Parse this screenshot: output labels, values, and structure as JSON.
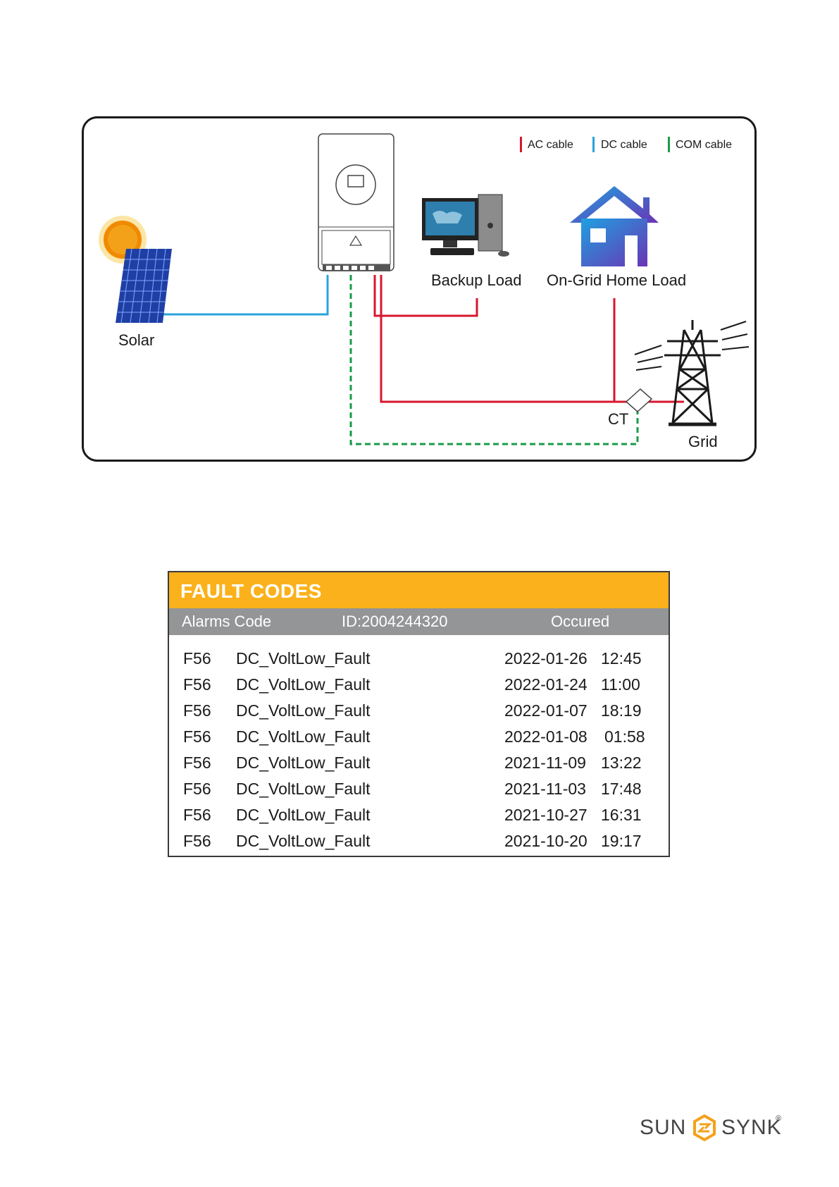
{
  "diagram": {
    "legend": {
      "ac": "AC cable",
      "dc": "DC cable",
      "com": "COM cable"
    },
    "labels": {
      "solar": "Solar",
      "backup_load": "Backup Load",
      "home_load": "On-Grid Home Load",
      "ct": "CT",
      "grid": "Grid"
    },
    "colors": {
      "ac": "#d7172f",
      "dc": "#2aa3dc",
      "com": "#1a9b48"
    }
  },
  "fault_table": {
    "title": "FAULT CODES",
    "col_code": "Alarms Code",
    "col_id": "ID:2004244320",
    "col_occured": "Occured",
    "rows": [
      {
        "code": "F56",
        "name": "DC_VoltLow_Fault",
        "date": "2022-01-26",
        "time": "12:45"
      },
      {
        "code": "F56",
        "name": "DC_VoltLow_Fault",
        "date": "2022-01-24",
        "time": "11:00"
      },
      {
        "code": "F56",
        "name": "DC_VoltLow_Fault",
        "date": "2022-01-07",
        "time": "18:19"
      },
      {
        "code": "F56",
        "name": "DC_VoltLow_Fault",
        "date": "2022-01-08",
        "time": "01:58"
      },
      {
        "code": "F56",
        "name": "DC_VoltLow_Fault",
        "date": "2021-11-09",
        "time": "13:22"
      },
      {
        "code": "F56",
        "name": "DC_VoltLow_Fault",
        "date": "2021-11-03",
        "time": "17:48"
      },
      {
        "code": "F56",
        "name": "DC_VoltLow_Fault",
        "date": "2021-10-27",
        "time": "16:31"
      },
      {
        "code": "F56",
        "name": "DC_VoltLow_Fault",
        "date": "2021-10-20",
        "time": "19:17"
      }
    ],
    "colors": {
      "header": "#fbb11c",
      "subheader": "#939597"
    }
  },
  "brand": {
    "left": "SUN",
    "right": "SYNK",
    "mark": "®"
  }
}
